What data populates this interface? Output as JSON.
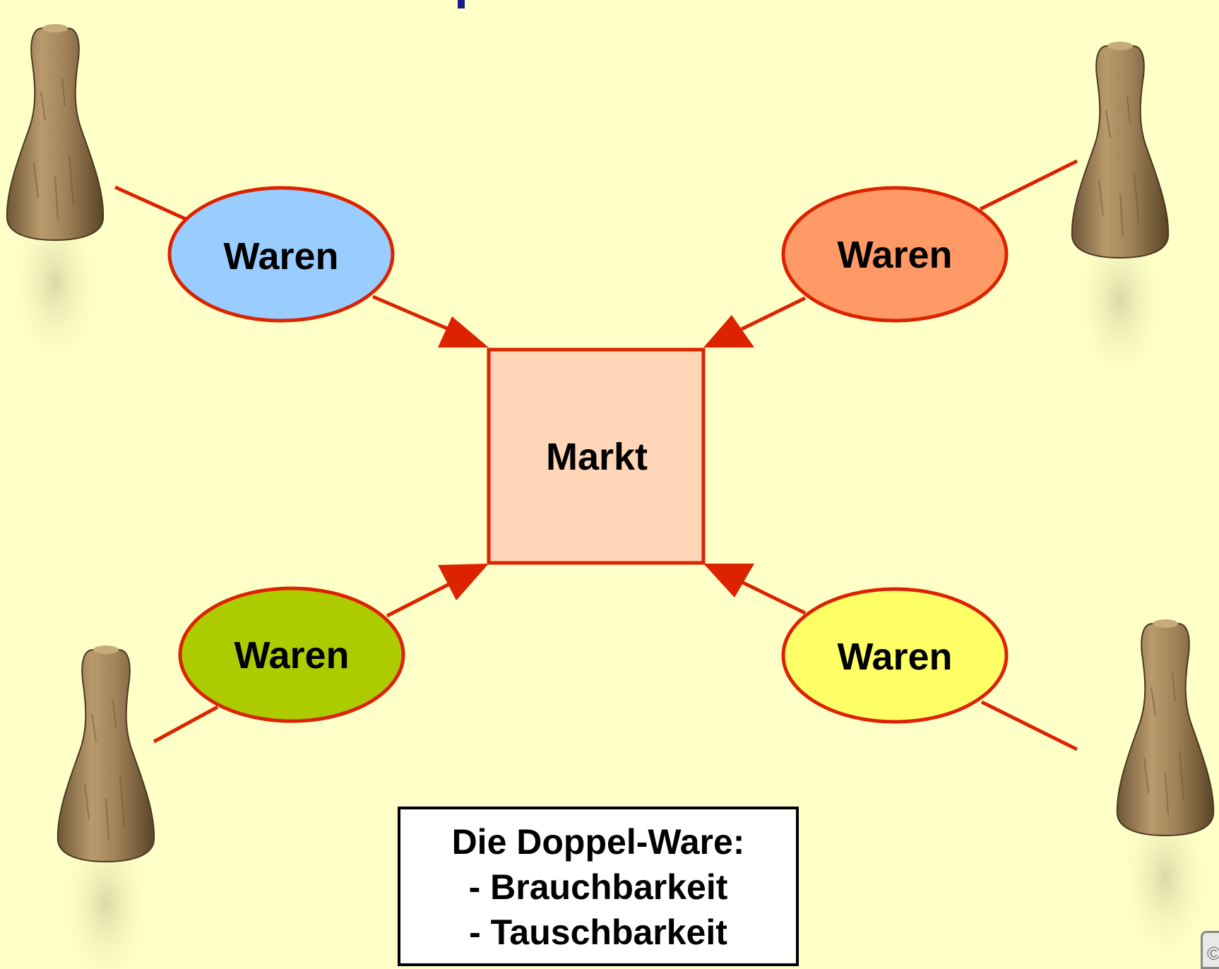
{
  "diagram": {
    "center_label": "Markt",
    "nodes": [
      {
        "label": "Waren",
        "fill": "#99ccff"
      },
      {
        "label": "Waren",
        "fill": "#ff9966"
      },
      {
        "label": "Waren",
        "fill": "#adcc00"
      },
      {
        "label": "Waren",
        "fill": "#ffff66"
      }
    ],
    "edge_color": "#dd2200",
    "center_fill": "#ffd6b8"
  },
  "info_box": {
    "line1": "Die Doppel-Ware:",
    "line2": "- Brauchbarkeit",
    "line3": "- Tauschbarkeit"
  },
  "icons": {
    "pawn": "wooden-pawn-icon",
    "corner": "copyright-icon"
  }
}
